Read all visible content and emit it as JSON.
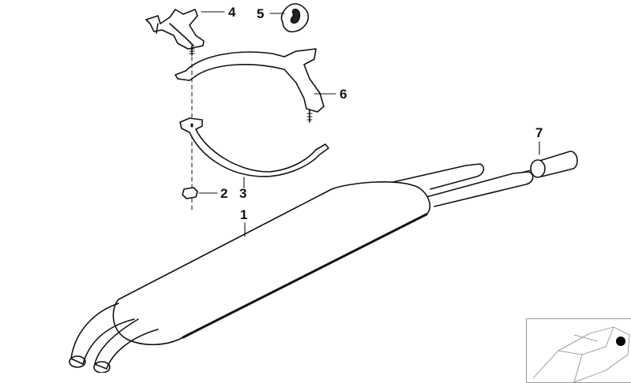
{
  "diagram": {
    "type": "exploded-parts-diagram",
    "subject": "Rear muffler with mounting hardware",
    "callouts": [
      {
        "id": "1",
        "label": "1",
        "part": "rear-muffler"
      },
      {
        "id": "2",
        "label": "2",
        "part": "hex-nut"
      },
      {
        "id": "3",
        "label": "3",
        "part": "lower-clamp-strap"
      },
      {
        "id": "4",
        "label": "4",
        "part": "mounting-bracket"
      },
      {
        "id": "5",
        "label": "5",
        "part": "rubber-mount"
      },
      {
        "id": "6",
        "label": "6",
        "part": "upper-clamp-strap"
      },
      {
        "id": "7",
        "label": "7",
        "part": "connecting-sleeve"
      }
    ],
    "locator": {
      "marker_color": "#000000",
      "view": "car-top-rear-highlight"
    }
  }
}
